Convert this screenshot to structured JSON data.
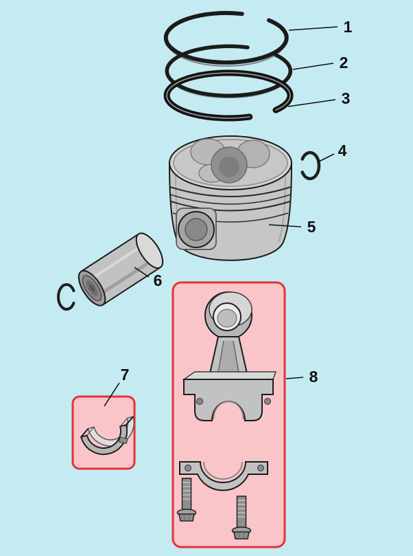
{
  "canvas": {
    "background": "#c4ebf1"
  },
  "highlight": {
    "fill": "#f9c5c9",
    "border": "#e53238"
  },
  "callouts": [
    {
      "label": "1"
    },
    {
      "label": "2"
    },
    {
      "label": "3"
    },
    {
      "label": "4"
    },
    {
      "label": "5"
    },
    {
      "label": "6"
    },
    {
      "label": "7"
    },
    {
      "label": "8"
    }
  ]
}
